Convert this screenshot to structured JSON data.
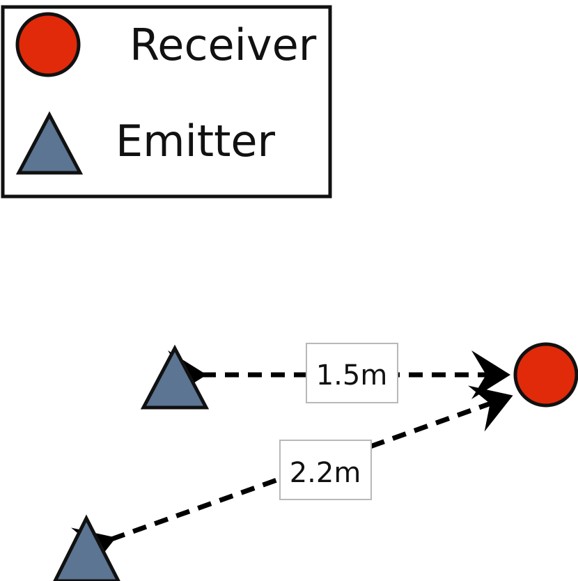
{
  "legend": {
    "items": [
      {
        "label": "Receiver",
        "shape": "circle",
        "color": "#e02a0a"
      },
      {
        "label": "Emitter",
        "shape": "triangle",
        "color": "#5b7593"
      }
    ]
  },
  "measurements": [
    {
      "label": "1.5m",
      "from": "emitter-1",
      "to": "receiver"
    },
    {
      "label": "2.2m",
      "from": "emitter-2",
      "to": "receiver"
    }
  ],
  "colors": {
    "receiver": "#e02a0a",
    "emitter": "#5b7593",
    "stroke": "#111111",
    "arrow": "#000000"
  }
}
